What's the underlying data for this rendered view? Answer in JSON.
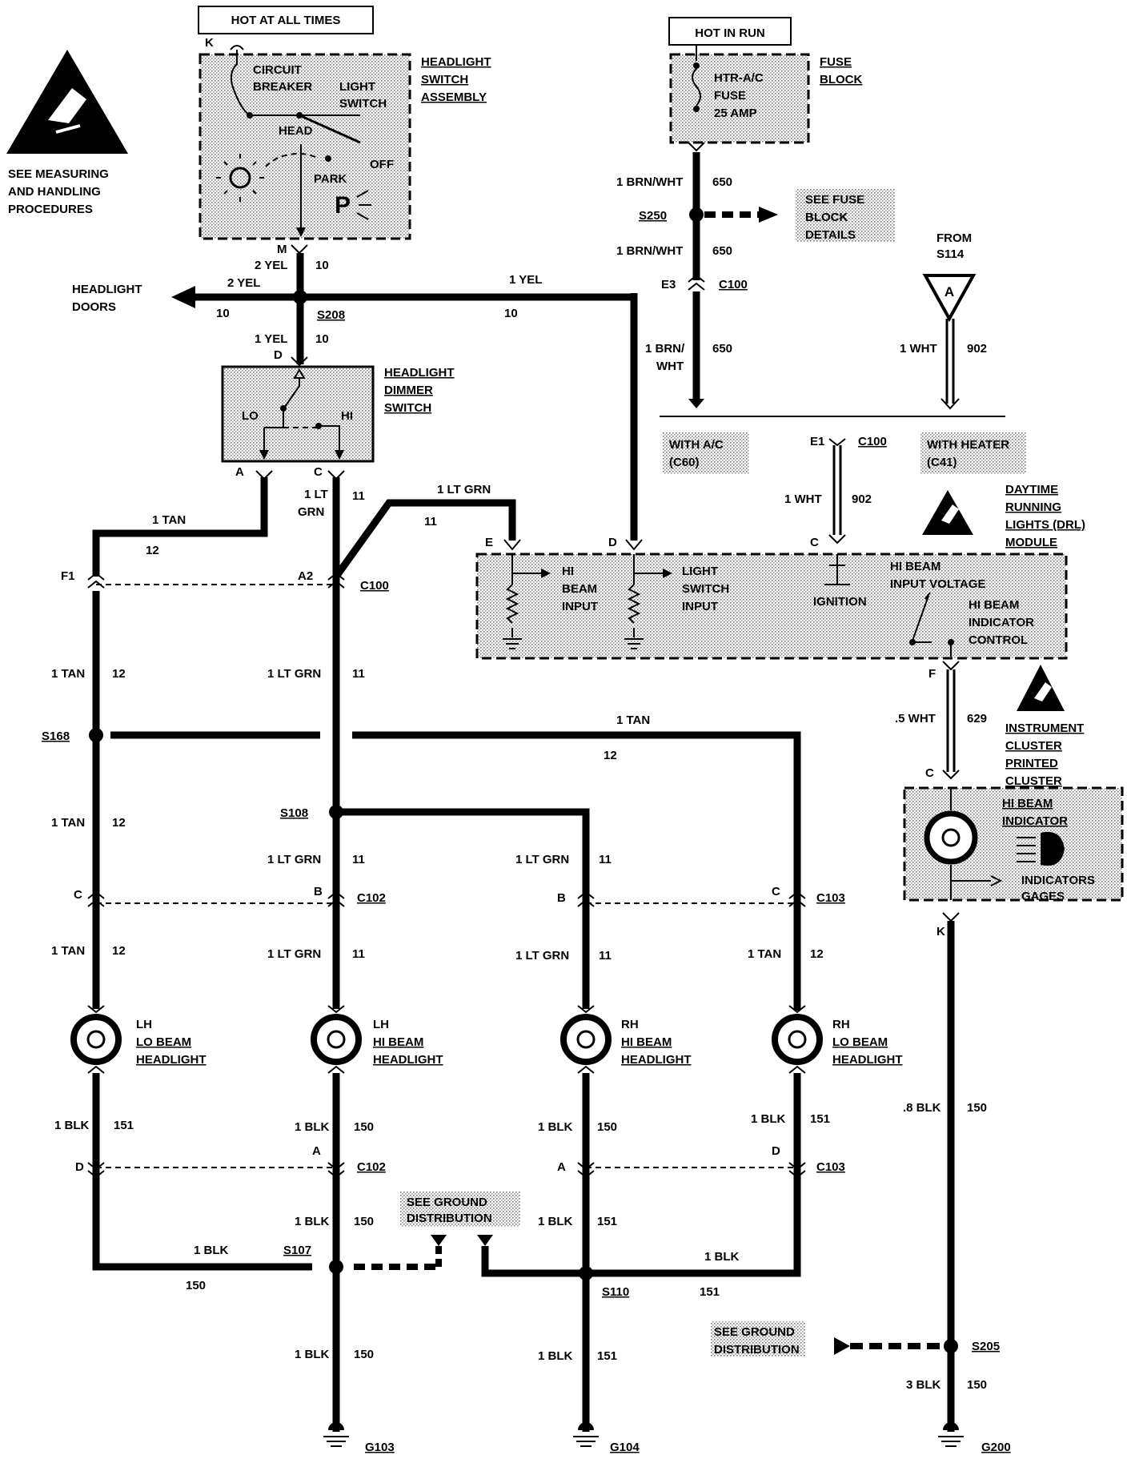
{
  "top": {
    "hot_at_all_times": "HOT AT ALL TIMES",
    "hot_in_run": "HOT IN RUN",
    "esd_note": [
      "SEE MEASURING",
      "AND HANDLING",
      "PROCEDURES"
    ]
  },
  "headlight_switch": {
    "title": [
      "HEADLIGHT",
      "SWITCH",
      "ASSEMBLY"
    ],
    "circuit_breaker": [
      "CIRCUIT",
      "BREAKER"
    ],
    "light_switch": [
      "LIGHT",
      "SWITCH"
    ],
    "head": "HEAD",
    "park": "PARK",
    "off": "OFF",
    "pin_k": "K",
    "pin_m": "M"
  },
  "fuse_block": {
    "title": [
      "FUSE",
      "BLOCK"
    ],
    "fuse": [
      "HTR-A/C",
      "FUSE",
      "25 AMP"
    ],
    "see_details": [
      "SEE FUSE",
      "BLOCK",
      "DETAILS"
    ]
  },
  "wires": {
    "brn_wht_1": "1 BRN/WHT",
    "brn_wht_code": "650",
    "s250": "S250",
    "brn_wht_2": "1 BRN/WHT",
    "e3": "E3",
    "c100_a": "C100",
    "brn_wht_3": [
      "1 BRN/",
      "WHT"
    ],
    "from": [
      "FROM",
      "S114"
    ],
    "from_letter": "A",
    "wht_1": "1 WHT",
    "wht_code": "902",
    "with_ac": [
      "WITH A/C",
      "(C60)"
    ],
    "with_heater": [
      "WITH HEATER",
      "(C41)"
    ],
    "e1": "E1",
    "c100_b": "C100",
    "wht_2": "1 WHT",
    "wht2_code": "902",
    "yel_2a": "2 YEL",
    "yel_2a_code": "10",
    "yel_2b": "2 YEL",
    "yel_2b_code": "10",
    "headlight_doors": [
      "HEADLIGHT",
      "DOORS"
    ],
    "s208": "S208",
    "yel_1a": "1 YEL",
    "yel_1a_code": "10",
    "yel_1b": "1 YEL",
    "yel_1b_code": "10",
    "pin_d": "D"
  },
  "dimmer": {
    "title": [
      "HEADLIGHT",
      "DIMMER",
      "SWITCH"
    ],
    "lo": "LO",
    "hi": "HI",
    "pin_a": "A",
    "pin_c": "C"
  },
  "drl": {
    "title": [
      "DAYTIME",
      "RUNNING",
      "LIGHTS (DRL)",
      "MODULE"
    ],
    "pin_e": "E",
    "pin_d": "D",
    "pin_c": "C",
    "pin_f": "F",
    "hi_beam_input": [
      "HI",
      "BEAM",
      "INPUT"
    ],
    "light_switch_input": [
      "LIGHT",
      "SWITCH",
      "INPUT"
    ],
    "ignition": "IGNITION",
    "hi_beam_input_voltage": [
      "HI BEAM",
      "INPUT VOLTAGE"
    ],
    "hi_beam_indicator_control": [
      "HI BEAM",
      "INDICATOR",
      "CONTROL"
    ]
  },
  "mid": {
    "tan_1": "1 TAN",
    "tan_1_code": "12",
    "ltgrn_1": [
      "1 LT",
      "GRN"
    ],
    "ltgrn_1_code": "11",
    "ltgrn_2": "1 LT GRN",
    "ltgrn_2_code": "11",
    "f1": "F1",
    "a2": "A2",
    "c100": "C100",
    "tan_2": "1 TAN",
    "tan_2_code": "12",
    "ltgrn_3": "1 LT GRN",
    "ltgrn_3_code": "11",
    "s168": "S168",
    "tan_3": "1 TAN",
    "tan_3_code": "12",
    "tan_4": "1 TAN",
    "tan_4_code": "12",
    "s108": "S108",
    "ltgrn_4": "1 LT GRN",
    "ltgrn_4_code": "11",
    "ltgrn_5": "1 LT GRN",
    "ltgrn_5_code": "11",
    "pin_c_l": "C",
    "pin_b_l": "B",
    "c102": "C102",
    "pin_b_r": "B",
    "pin_c_r": "C",
    "c103": "C103",
    "tan_5": "1 TAN",
    "tan_5_code": "12",
    "ltgrn_6": "1 LT GRN",
    "ltgrn_6_code": "11",
    "ltgrn_7": "1 LT GRN",
    "ltgrn_7_code": "11",
    "tan_6": "1 TAN",
    "tan_6_code": "12",
    "wht_5": ".5 WHT",
    "wht_5_code": "629"
  },
  "cluster": {
    "title": [
      "INSTRUMENT",
      "CLUSTER",
      "PRINTED",
      "CLUSTER"
    ],
    "pin_c": "C",
    "pin_k": "K",
    "hi_beam_indicator": [
      "HI BEAM",
      "INDICATOR"
    ],
    "indicators_gages": [
      "INDICATORS",
      "GAGES"
    ]
  },
  "headlights": [
    {
      "side": "LH",
      "name": [
        "LO BEAM",
        "HEADLIGHT"
      ]
    },
    {
      "side": "LH",
      "name": [
        "HI BEAM",
        "HEADLIGHT"
      ]
    },
    {
      "side": "RH",
      "name": [
        "HI BEAM",
        "HEADLIGHT"
      ]
    },
    {
      "side": "RH",
      "name": [
        "LO BEAM",
        "HEADLIGHT"
      ]
    }
  ],
  "ground": {
    "blk_a": "1 BLK",
    "blk_a_code": "151",
    "blk_b": "1 BLK",
    "blk_b_code": "150",
    "blk_c": "1 BLK",
    "blk_c_code": "150",
    "blk_d": "1 BLK",
    "blk_d_code": "151",
    "pin_d_l": "D",
    "pin_a_l": "A",
    "c102": "C102",
    "pin_a_r": "A",
    "pin_d_r": "D",
    "c103": "C103",
    "blk_e": "1 BLK",
    "blk_e_code": "150",
    "blk_f": "1 BLK",
    "blk_f_code": "151",
    "see_ground_1": [
      "SEE GROUND",
      "DISTRIBUTION"
    ],
    "blk_g": "1 BLK",
    "blk_g_code": "150",
    "s107": "S107",
    "blk_h": "1 BLK",
    "blk_h_code": "151",
    "s110": "S110",
    "blk_i": "1 BLK",
    "blk_i_code": "150",
    "blk_j": "1 BLK",
    "blk_j_code": "151",
    "g103": "G103",
    "g104": "G104",
    "blk_8": ".8 BLK",
    "blk_8_code": "150",
    "see_ground_2": [
      "SEE GROUND",
      "DISTRIBUTION"
    ],
    "s205": "S205",
    "blk_3": "3 BLK",
    "blk_3_code": "150",
    "g200": "G200"
  }
}
